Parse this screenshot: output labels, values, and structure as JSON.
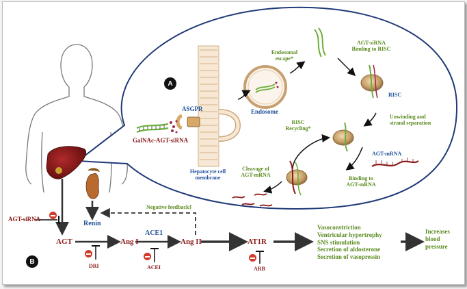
{
  "panel_a": {
    "badge": "A",
    "galnac": "GalNAc-AGT-siRNA",
    "asgpr": "ASGPR",
    "membrane": [
      "Hepatocyte cell",
      "membrane"
    ],
    "endosome": "Endosome",
    "escape": [
      "Endosomal",
      "escape*"
    ],
    "binding_risc": [
      "AGT-siRNA",
      "Binding to RISC"
    ],
    "risc": "RISC",
    "unwinding": [
      "Unwinding and",
      "strand separation"
    ],
    "recycling": [
      "RISC",
      "Recycling*"
    ],
    "agt_mrna": "AGT-mRNA",
    "binding_mrna": [
      "Binding to",
      "AGT-mRNA"
    ],
    "cleavage": [
      "Cleavage of",
      "AGT-mRNA"
    ]
  },
  "panel_b": {
    "badge": "B",
    "agt_sirna": "AGT-siRNA",
    "agt": "AGT",
    "renin": "Renin",
    "ang1": "Ang I",
    "ace1": "ACE1",
    "ang2": "Ang II",
    "at1r": "AT1R",
    "dri": "DRI",
    "acei": "ACEI",
    "arb": "ARB",
    "feedback": "Negative feedback‡",
    "effects": [
      "Vasoconstriction",
      "Ventricular hypertrophy",
      "SNS stimulation",
      "Secretion of aldosterone",
      "Secretion of vasopressin"
    ],
    "outcome": [
      "Increases",
      "blood",
      "pressure"
    ]
  },
  "colors": {
    "green": "#5a8a1e",
    "blue": "#1f4f9a",
    "red": "#8b1a1a",
    "liver": "#7a1010",
    "risc": "#c9a06a",
    "inhibit": "#d23a2a"
  }
}
